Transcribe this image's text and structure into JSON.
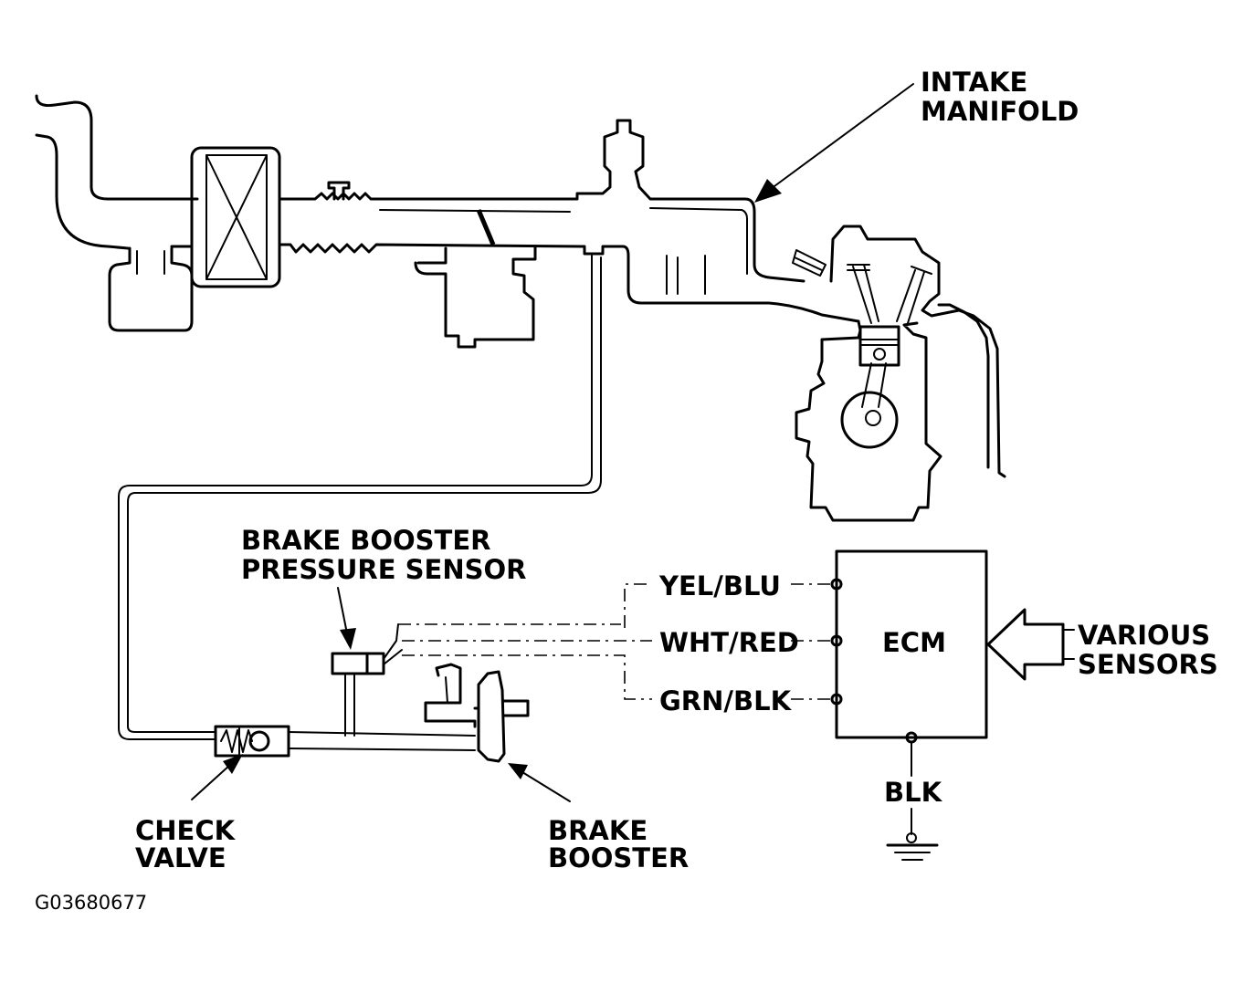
{
  "labels": {
    "intake_manifold": [
      "INTAKE",
      "MANIFOLD"
    ],
    "brake_booster_pressure_sensor": [
      "BRAKE BOOSTER",
      "PRESSURE SENSOR"
    ],
    "check_valve": [
      "CHECK",
      "VALVE"
    ],
    "brake_booster": [
      "BRAKE",
      "BOOSTER"
    ],
    "ecm": "ECM",
    "various_sensors": [
      "VARIOUS",
      "SENSORS"
    ],
    "wire_1": "YEL/BLU",
    "wire_2": "WHT/RED",
    "wire_3": "GRN/BLK",
    "ground_wire": "BLK"
  },
  "figure_code": "G03680677"
}
